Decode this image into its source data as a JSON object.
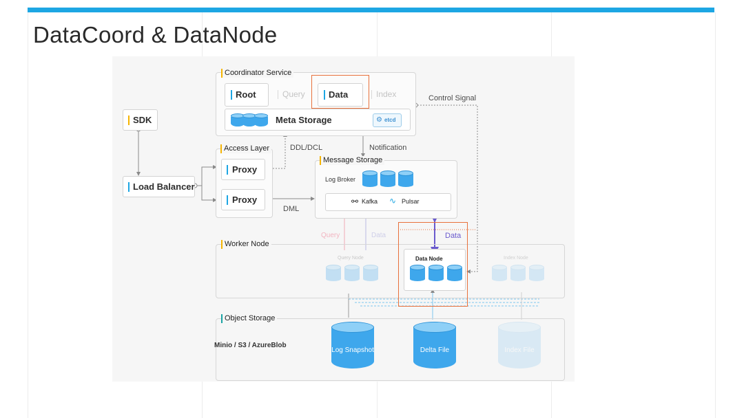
{
  "slide": {
    "title": "DataCoord & DataNode"
  },
  "diagram": {
    "sdk": "SDK",
    "load_balancer": "Load Balancer",
    "coordinator": {
      "title": "Coordinator Service",
      "root": "Root",
      "query": "Query",
      "data": "Data",
      "index": "Index",
      "meta_storage": "Meta Storage",
      "etcd": "etcd"
    },
    "control_signal": "Control Signal",
    "ddl_dcl": "DDL/DCL",
    "notification": "Notification",
    "dml": "DML",
    "access_layer": {
      "title": "Access Layer",
      "proxy1": "Proxy",
      "proxy2": "Proxy"
    },
    "message_storage": {
      "title": "Message Storage",
      "log_broker": "Log Broker",
      "kafka": "Kafka",
      "pulsar": "Pulsar"
    },
    "arrows": {
      "query": "Query",
      "data_faded": "Data",
      "data": "Data"
    },
    "worker_node": {
      "title": "Worker Node",
      "query_node": "Query Node",
      "data_node": "Data Node",
      "index_node": "Index Node"
    },
    "object_storage": {
      "title": "Object Storage",
      "label": "Minio / S3 / AzureBlob",
      "log_snapshot": "Log Snapshot",
      "delta_file": "Delta File",
      "index_file": "Index File"
    },
    "colors": {
      "accent": "#1da6e3",
      "highlight": "#e8703a",
      "storage_blue": "#3ea7ec",
      "data_arrow": "#6a5acd"
    }
  }
}
